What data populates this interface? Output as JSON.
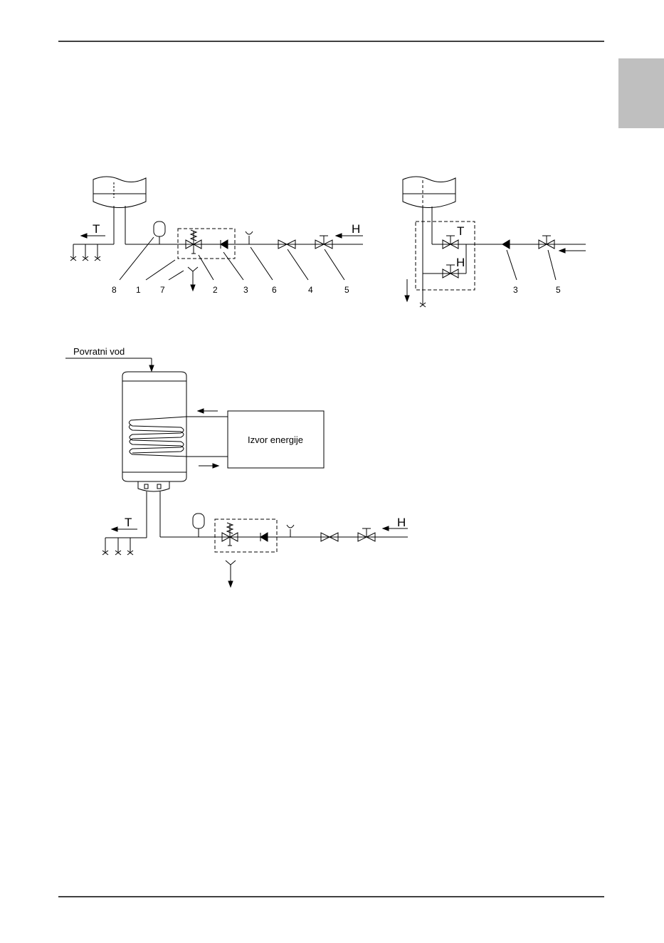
{
  "page": {
    "side_tab_color": "#bfbfbf",
    "rule_color": "#000000"
  },
  "diagram_top_left": {
    "hot_label": "T",
    "cold_label": "H",
    "callouts": [
      "8",
      "1",
      "7",
      "2",
      "3",
      "6",
      "4",
      "5"
    ]
  },
  "diagram_top_right": {
    "hot_label": "T",
    "cold_label": "H",
    "callouts": [
      "3",
      "5"
    ]
  },
  "diagram_bottom": {
    "return_line_label": "Povratni vod",
    "energy_source_label": "Izvor energije",
    "hot_label": "T",
    "cold_label": "H"
  }
}
